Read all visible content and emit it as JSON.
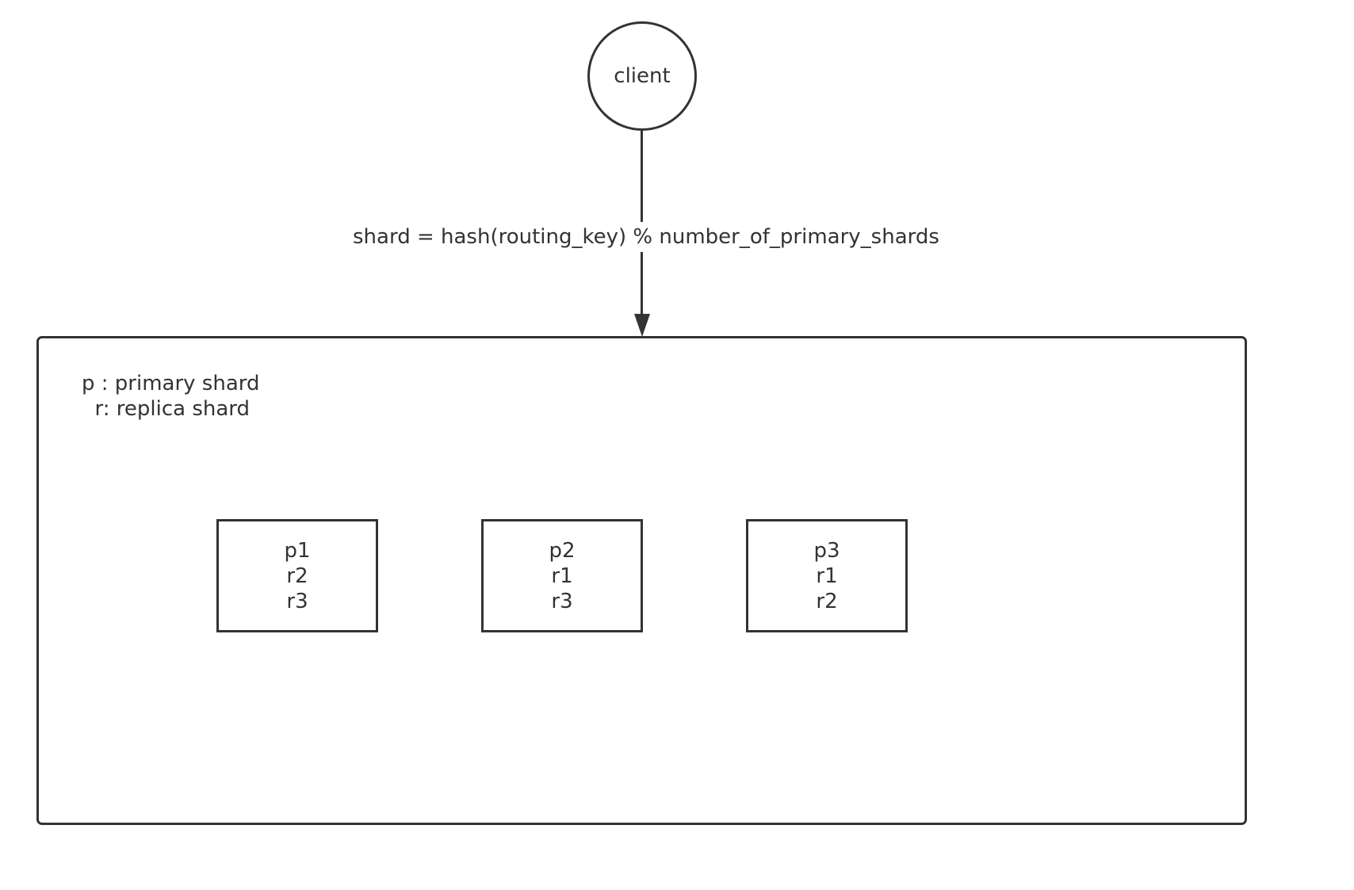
{
  "client": {
    "label": "client"
  },
  "edge": {
    "label": "shard = hash(routing_key) % number_of_primary_shards"
  },
  "legend": {
    "line1": "p : primary shard",
    "line2": "  r: replica shard"
  },
  "nodes": [
    {
      "lines": [
        "p1",
        "r2",
        "r3"
      ]
    },
    {
      "lines": [
        "p2",
        "r1",
        "r3"
      ]
    },
    {
      "lines": [
        "p3",
        "r1",
        "r2"
      ]
    }
  ],
  "colors": {
    "stroke": "#333333",
    "background": "#ffffff"
  }
}
